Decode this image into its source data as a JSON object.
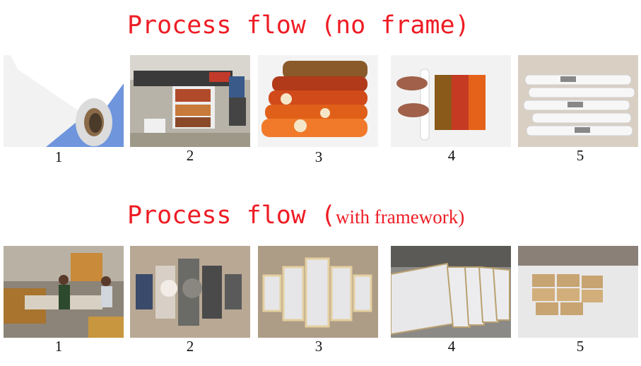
{
  "sections": [
    {
      "title_main": "Process flow (no frame)",
      "title_extra": "",
      "steps": [
        {
          "label": "1",
          "photo": "canvas-roll-photo"
        },
        {
          "label": "2",
          "photo": "large-format-printer-photo"
        },
        {
          "label": "3",
          "photo": "rolled-prints-photo"
        },
        {
          "label": "4",
          "photo": "rolling-print-photo"
        },
        {
          "label": "5",
          "photo": "packed-tubes-photo"
        }
      ]
    },
    {
      "title_main": "Process flow (",
      "title_extra": "with framework)",
      "steps": [
        {
          "label": "1",
          "photo": "framing-workshop-photo"
        },
        {
          "label": "2",
          "photo": "five-panel-canvas-photo"
        },
        {
          "label": "3",
          "photo": "frame-backs-photo"
        },
        {
          "label": "4",
          "photo": "stacked-frames-photo"
        },
        {
          "label": "5",
          "photo": "boxed-shipment-photo"
        }
      ]
    }
  ],
  "colors": {
    "title": "#ee1c24",
    "background": "#ffffff"
  }
}
